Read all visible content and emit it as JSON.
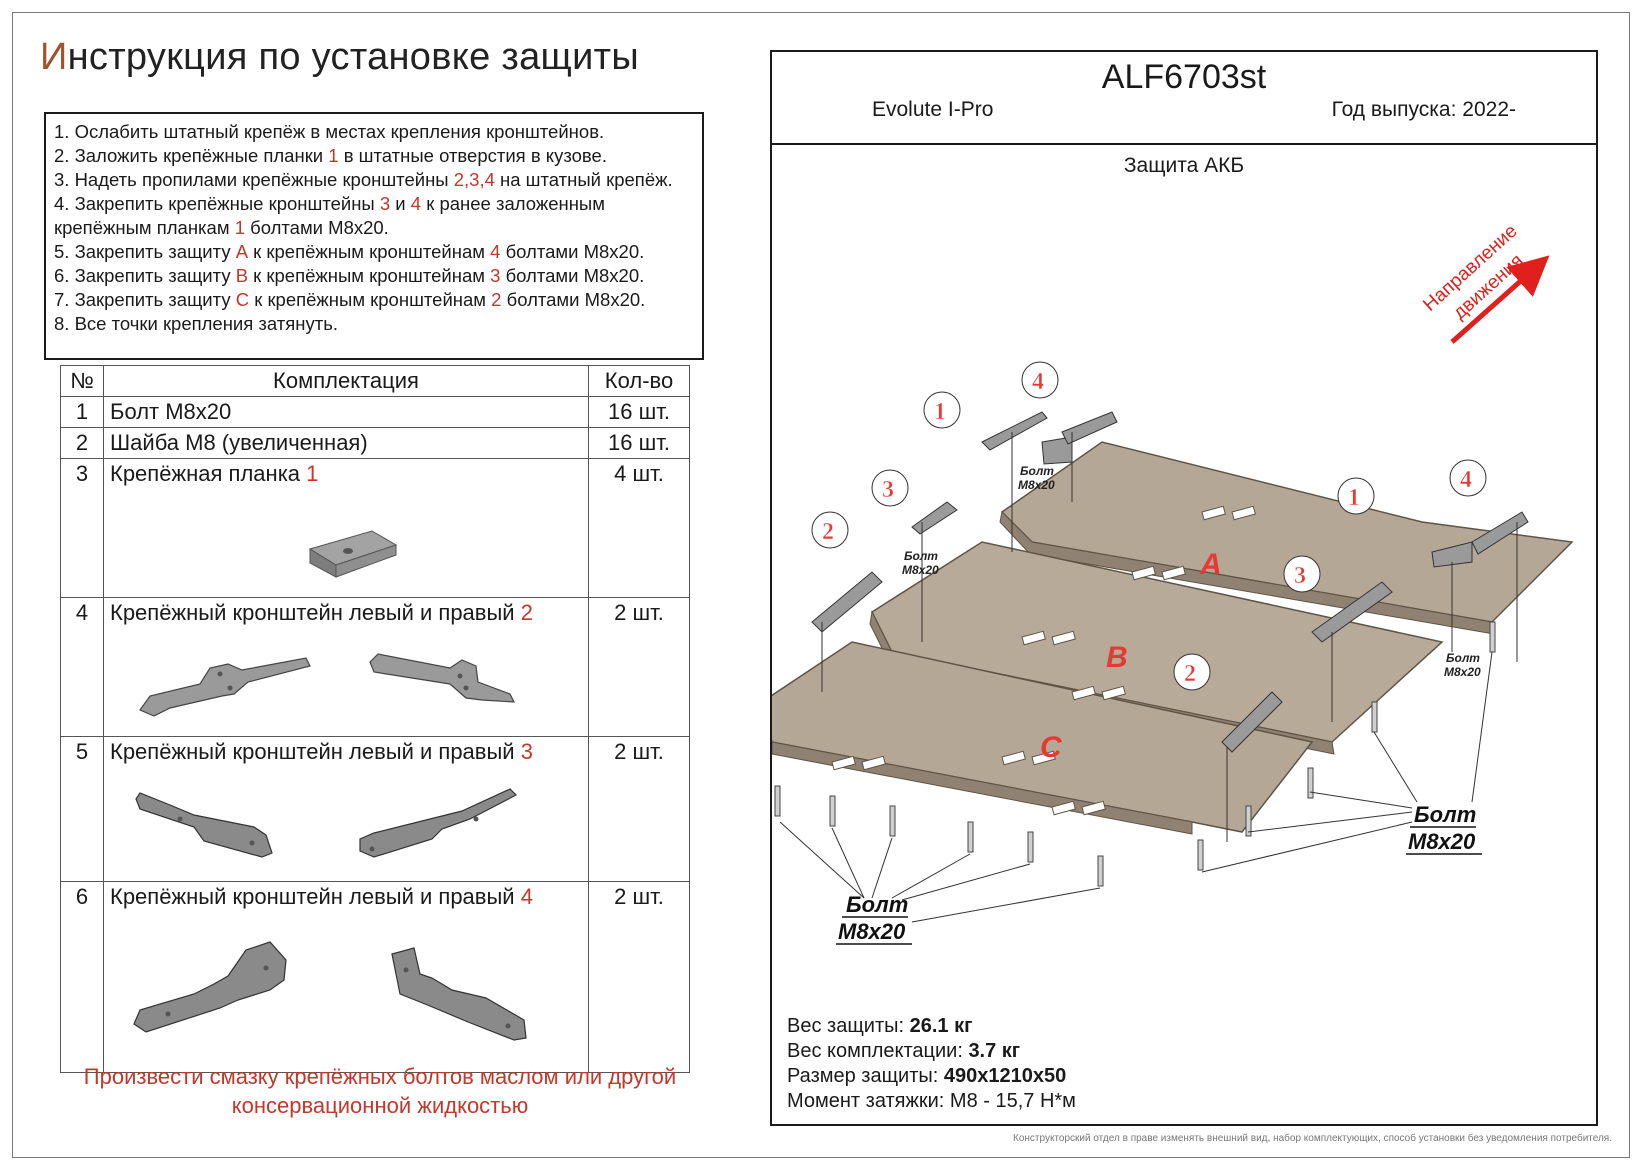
{
  "title": {
    "first_letter": "И",
    "rest": "нструкция по установке защиты"
  },
  "instructions": [
    {
      "parts": [
        {
          "t": "1. Ослабить штатный крепёж в местах крепления кронштейнов."
        }
      ]
    },
    {
      "parts": [
        {
          "t": "2. Заложить крепёжные планки "
        },
        {
          "t": "1",
          "red": true
        },
        {
          "t": " в штатные отверстия в кузове."
        }
      ]
    },
    {
      "parts": [
        {
          "t": "3. Надеть пропилами крепёжные кронштейны "
        },
        {
          "t": "2,3,4",
          "red": true
        },
        {
          "t": " на штатный крепёж."
        }
      ]
    },
    {
      "parts": [
        {
          "t": "4. Закрепить крепёжные кронштейны "
        },
        {
          "t": "3",
          "red": true
        },
        {
          "t": " и "
        },
        {
          "t": "4",
          "red": true
        },
        {
          "t": " к ранее заложенным крепёжным планкам "
        },
        {
          "t": "1",
          "red": true
        },
        {
          "t": " болтами М8х20."
        }
      ]
    },
    {
      "parts": [
        {
          "t": "5. Закрепить защиту "
        },
        {
          "t": "А",
          "red": true
        },
        {
          "t": " к крепёжным кронштейнам "
        },
        {
          "t": "4",
          "red": true
        },
        {
          "t": " болтами М8х20."
        }
      ]
    },
    {
      "parts": [
        {
          "t": "6. Закрепить защиту "
        },
        {
          "t": "В",
          "red": true
        },
        {
          "t": " к крепёжным кронштейнам "
        },
        {
          "t": "3",
          "red": true
        },
        {
          "t": " болтами М8х20."
        }
      ]
    },
    {
      "parts": [
        {
          "t": "7. Закрепить защиту "
        },
        {
          "t": "С",
          "red": true
        },
        {
          "t": " к крепёжным кронштейнам "
        },
        {
          "t": "2",
          "red": true
        },
        {
          "t": " болтами М8х20."
        }
      ]
    },
    {
      "parts": [
        {
          "t": "8. Все точки крепления затянуть."
        }
      ]
    }
  ],
  "kit": {
    "headers": {
      "n": "№",
      "name": "Комплектация",
      "qty": "Кол-во"
    },
    "rows": [
      {
        "n": "1",
        "name": "Болт М8х20",
        "ref": "",
        "qty": "16 шт."
      },
      {
        "n": "2",
        "name": "Шайба М8 (увеличенная)",
        "ref": "",
        "qty": "16 шт."
      },
      {
        "n": "3",
        "name": "Крепёжная планка ",
        "ref": "1",
        "qty": "4 шт."
      },
      {
        "n": "4",
        "name": "Крепёжный кронштейн левый и правый ",
        "ref": "2",
        "qty": "2 шт."
      },
      {
        "n": "5",
        "name": "Крепёжный кронштейн левый и правый ",
        "ref": "3",
        "qty": "2 шт."
      },
      {
        "n": "6",
        "name": "Крепёжный кронштейн левый и правый ",
        "ref": "4",
        "qty": "2 шт."
      }
    ]
  },
  "bottom_note": "Произвести смазку крепёжных болтов маслом или другой консервационной жидкостью",
  "right": {
    "code": "ALF6703st",
    "model": "Evolute I-Pro",
    "year": "Год выпуска: 2022-",
    "subtitle": "Защита АКБ",
    "direction": [
      "Направление",
      "движения"
    ],
    "plates": [
      "A",
      "B",
      "C"
    ],
    "callouts": [
      "1",
      "2",
      "3",
      "4"
    ],
    "bolt_label": [
      "Болт",
      "M8x20"
    ],
    "specs": [
      {
        "label": "Вес защиты: ",
        "value": "26.1 кг"
      },
      {
        "label": "Вес комплектации: ",
        "value": "3.7 кг"
      },
      {
        "label": "Размер защиты: ",
        "value": "490х1210х50"
      },
      {
        "label": "Момент затяжки:  ",
        "value": "М8 - 15,7 Н*м",
        "plain": true
      }
    ],
    "disclaimer": "Конструкторский отдел в праве изменять внешний вид, набор комплектующих, способ установки без уведомления потребителя."
  },
  "colors": {
    "accent_red": "#c0392b",
    "plate": "#b5a796",
    "plate_dark": "#8f8272",
    "part_gray": "#8c8c8c"
  }
}
